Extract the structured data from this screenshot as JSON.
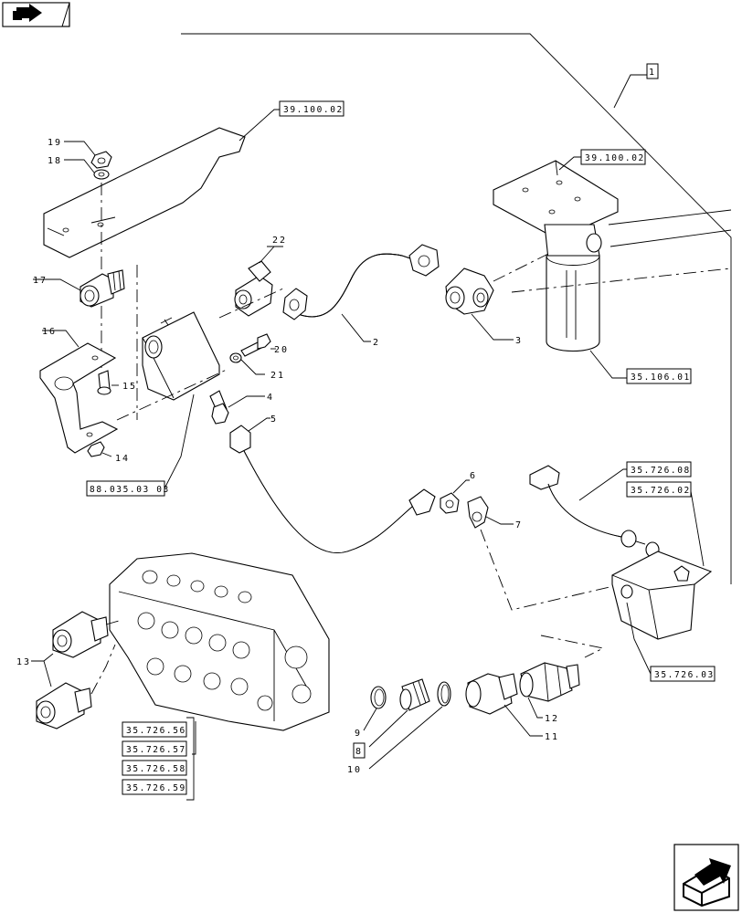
{
  "nav": {
    "prev_icon": "back-arrow-icon",
    "next_icon": "forward-arrow-icon"
  },
  "references": {
    "r1": "39.100.02",
    "r2": "39.100.02",
    "r3": "35.106.01",
    "r4": "88.035.03 03",
    "r5": "35.726.08",
    "r6": "35.726.02",
    "r7": "35.726.03",
    "group": [
      "35.726.56",
      "35.726.57",
      "35.726.58",
      "35.726.59"
    ]
  },
  "boxed_items": {
    "b1": "1",
    "b8": "8"
  },
  "callouts": {
    "c2": "2",
    "c3": "3",
    "c4": "4",
    "c5": "5",
    "c6": "6",
    "c7": "7",
    "c9": "9",
    "c10": "10",
    "c11": "11",
    "c12": "12",
    "c13": "13",
    "c14": "14",
    "c15": "15",
    "c16": "16",
    "c17": "17",
    "c18": "18",
    "c19": "19",
    "c20": "20",
    "c21": "21",
    "c22": "22"
  }
}
